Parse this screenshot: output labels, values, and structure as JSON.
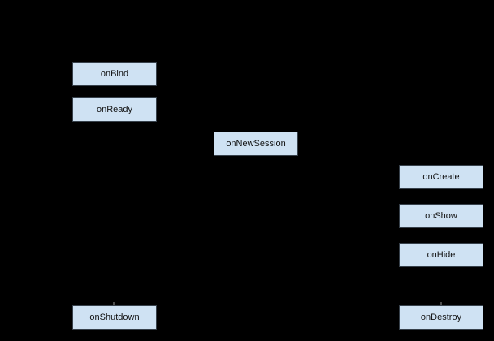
{
  "diagram": {
    "nodes": [
      {
        "id": "onbind",
        "label": "onBind"
      },
      {
        "id": "onready",
        "label": "onReady"
      },
      {
        "id": "onnewsession",
        "label": "onNewSession"
      },
      {
        "id": "oncreate",
        "label": "onCreate"
      },
      {
        "id": "onshow",
        "label": "onShow"
      },
      {
        "id": "onhide",
        "label": "onHide"
      },
      {
        "id": "onshutdown",
        "label": "onShutdown"
      },
      {
        "id": "ondestroy",
        "label": "onDestroy"
      }
    ]
  },
  "colors": {
    "background": "#000000",
    "node_fill": "#cfe2f3",
    "node_border": "#37414b",
    "node_text": "#111111",
    "artifact": "#4c4c4c"
  }
}
